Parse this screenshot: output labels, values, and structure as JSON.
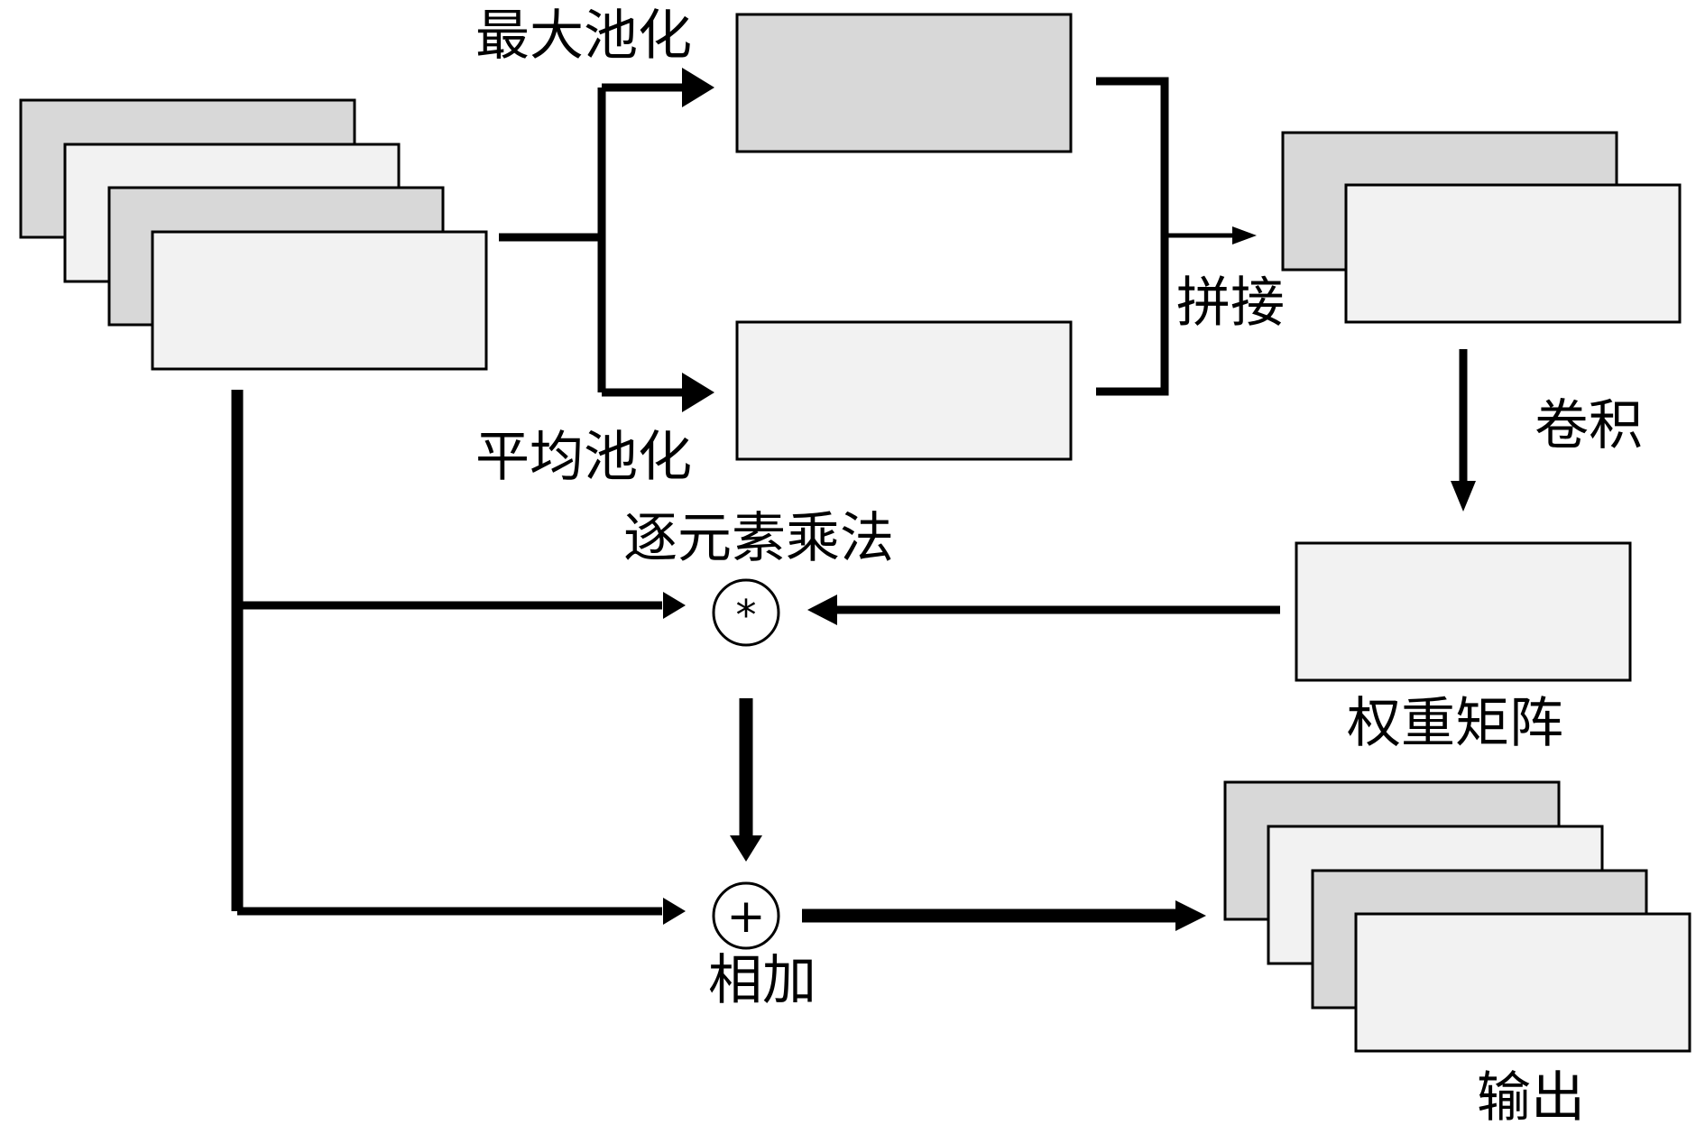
{
  "labels": {
    "max_pool": "最大池化",
    "avg_pool": "平均池化",
    "concat": "拼接",
    "conv": "卷积",
    "elementwise_mul": "逐元素乘法",
    "weight_matrix": "权重矩阵",
    "add": "相加",
    "output": "输出"
  },
  "operators": {
    "multiply_symbol": "*",
    "add_symbol": "+"
  },
  "colors": {
    "fill_dark": "#d8d8d8",
    "fill_light": "#f2f2f2",
    "stroke": "#000000"
  }
}
